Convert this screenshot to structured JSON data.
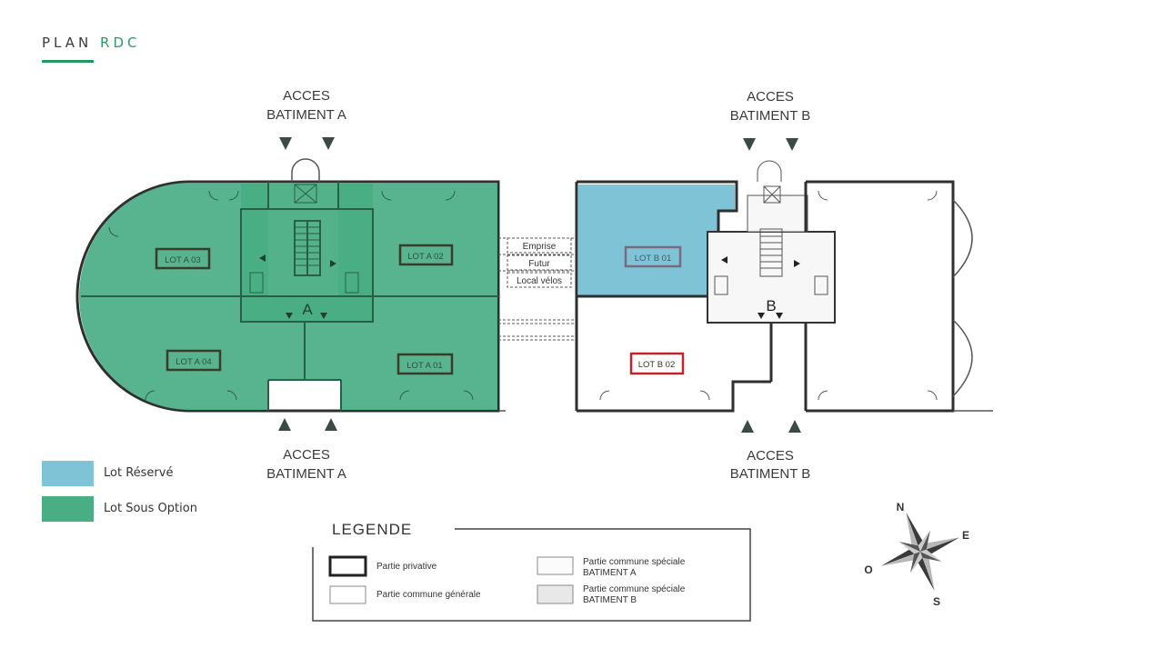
{
  "page": {
    "title_main": "PLAN",
    "title_accent": "RDC"
  },
  "colors": {
    "accent": "#1f9a5e",
    "lot_reserve": "#7fc3d6",
    "lot_sous_option": "#4aae84",
    "lot_b02_frame": "#c0242b"
  },
  "access": {
    "a_top_line1": "ACCES",
    "a_top_line2": "BATIMENT A",
    "b_top_line1": "ACCES",
    "b_top_line2": "BATIMENT B",
    "a_bottom_line1": "ACCES",
    "a_bottom_line2": "BATIMENT A",
    "b_bottom_line1": "ACCES",
    "b_bottom_line2": "BATIMENT B"
  },
  "lots": {
    "a01": "LOT A 01",
    "a02": "LOT A 02",
    "a03": "LOT A 03",
    "a04": "LOT A 04",
    "b01": "LOT B 01",
    "b02": "LOT B 02"
  },
  "core": {
    "a": "A",
    "b": "B"
  },
  "bridge": {
    "emprise": "Emprise",
    "futur": "Futur",
    "local_velos": "Local vélos"
  },
  "status_legend": [
    {
      "label": "Lot Réservé",
      "color": "#7fc3d6"
    },
    {
      "label": "Lot Sous Option",
      "color": "#4aae84"
    }
  ],
  "plan_legend": {
    "title": "LEGENDE",
    "partie_privative": "Partie privative",
    "partie_commune_generale": "Partie commune générale",
    "commune_a_line1": "Partie commune spéciale",
    "commune_a_line2": "BATIMENT A",
    "commune_b_line1": "Partie commune spéciale",
    "commune_b_line2": "BATIMENT B"
  },
  "compass": {
    "n": "N",
    "e": "E",
    "s": "S",
    "o": "O"
  }
}
